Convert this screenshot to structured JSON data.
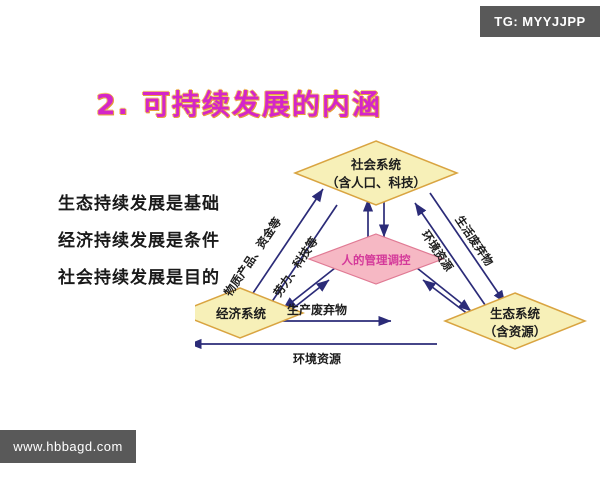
{
  "slide": {
    "title": "2. 可持续发展的内涵",
    "background_color": "#ffffff",
    "title_color": "#d426c8",
    "title_outline_color": "#e8a33d"
  },
  "watermarks": {
    "top_right": "TG: MYYJJPP",
    "bottom_left": "www.hbbagd.com",
    "box_color": "#595959"
  },
  "left_points": [
    "生态持续发展是基础",
    "经济持续发展是条件",
    "社会持续发展是目的"
  ],
  "diagram": {
    "type": "concept-diagram",
    "node_fill": "#f7f0b8",
    "node_stroke": "#d9a441",
    "center_fill": "#f6b8c4",
    "center_stroke": "#e07a94",
    "arrow_color": "#2b2b78",
    "nodes": [
      {
        "id": "social",
        "label_line1": "社会系统",
        "label_line2": "（含人口、科技）"
      },
      {
        "id": "economic",
        "label_line1": "经济系统",
        "label_line2": ""
      },
      {
        "id": "ecologic",
        "label_line1": "生态系统",
        "label_line2": "（含资源）"
      },
      {
        "id": "center",
        "label_line1": "人的管理调控",
        "label_line2": ""
      }
    ],
    "edge_labels": {
      "econ_to_social_outer": "物质产品、资金等",
      "social_to_econ_inner": "劳力、科技等",
      "social_to_eco_outer": "生活废弃物",
      "eco_to_social_inner": "环境资源",
      "econ_to_eco_top": "生产废弃物",
      "eco_to_econ_bottom": "环境资源"
    }
  }
}
